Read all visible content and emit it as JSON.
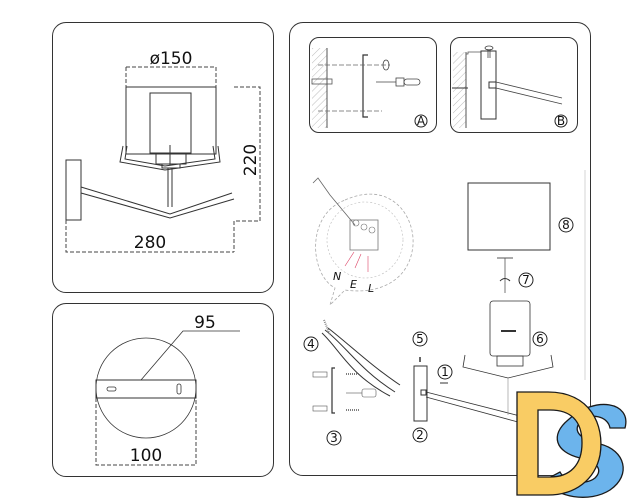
{
  "dimensions_panel": {
    "shade_diameter": "ø150",
    "height": "220",
    "width": "280"
  },
  "backplate_panel": {
    "mount_spacing": "95",
    "plate_diameter": "100"
  },
  "assembly_panel": {
    "inset_a_label": "A",
    "inset_b_label": "B",
    "steps": [
      "1",
      "2",
      "3",
      "4",
      "5",
      "6",
      "7",
      "8"
    ],
    "wire_labels": {
      "neutral": "N",
      "earth": "E",
      "live": "L"
    }
  },
  "logo": {
    "text": "DS",
    "colors": {
      "d": "#f9cc64",
      "s": "#6cb4ec",
      "outline": "#1a1a1a"
    }
  },
  "colors": {
    "stroke": "#333333",
    "dashed": "#444444",
    "background": "#ffffff"
  }
}
